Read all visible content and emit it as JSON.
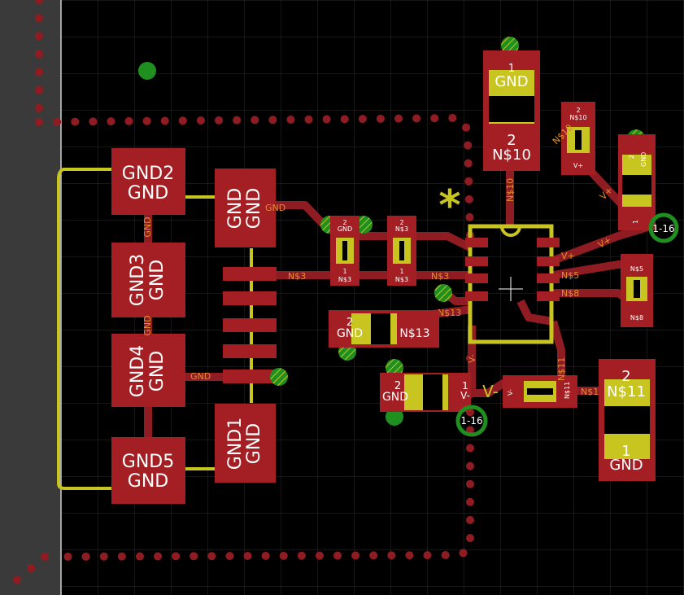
{
  "colors": {
    "background": "#000000",
    "grid": "#2a2a2a",
    "pad": "#a31f24",
    "copper_trace": "#8e1c22",
    "silk": "#c8c420",
    "via": "#1fa31f",
    "hatch": "#c8c420",
    "left_panel": "#3a3a3a",
    "net_label": "#e09030"
  },
  "pads": {
    "gnd2": {
      "name": "GND2",
      "net": "GND"
    },
    "gnd3": {
      "name": "GND3",
      "net": "GND"
    },
    "gnd4": {
      "name": "GND4",
      "net": "GND"
    },
    "gnd5": {
      "name": "GND5",
      "net": "GND"
    },
    "gnd_top": {
      "name": "GND",
      "net": "GND"
    },
    "gnd1": {
      "name": "GND1",
      "net": "GND"
    }
  },
  "components": {
    "c_top": {
      "pin1": "1",
      "pin1_net": "GND",
      "pin2": "2",
      "pin2_net": "N$10"
    },
    "c_right": {
      "pin2": "2",
      "pin2_net": "N$11",
      "pin1": "1",
      "pin1_net": "GND"
    },
    "c_mid": {
      "pin2": "2",
      "pin2_net": "GND",
      "pin1_net": "N$13"
    },
    "c_bottom": {
      "pin2": "2",
      "pin2_net": "GND",
      "pin1": "1",
      "pin1_net": "V-"
    }
  },
  "labels": {
    "gnd_trace": "GND",
    "gnd_trace2": "GND",
    "gnd_trace3": "GND",
    "gnd_trace4": "GND",
    "n3_a": "N$3",
    "n3_b": "N$3",
    "n3_c": "N$3",
    "n3_d": "N$3",
    "n13": "N$13",
    "n10_vert": "N$10",
    "n10_small": "N$10",
    "vplus_a": "V+",
    "vplus_b": "V+",
    "vplus_c": "V+",
    "vplus_d": "V+",
    "n5": "N$5",
    "n8": "N$8",
    "n5_small": "N$5",
    "n8_small": "N$8",
    "vminus_big": "V-",
    "vminus_small": "V-",
    "vminus_c": "V-",
    "n11_a": "N$11",
    "n11_b": "N$11",
    "n11_c": "N$11",
    "drill_a": "1-16",
    "drill_b": "1-16",
    "asterisk": "*",
    "pin2": "2",
    "pin1": "1",
    "gnd_small": "GND"
  }
}
